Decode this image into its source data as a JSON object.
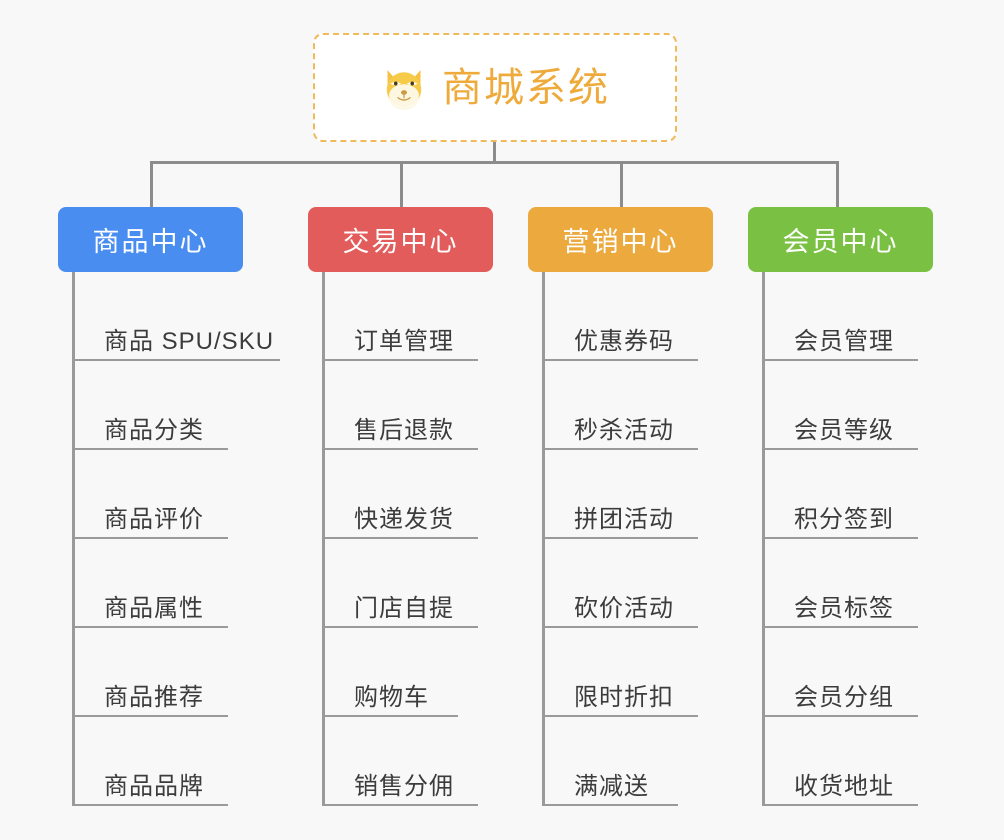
{
  "background_color": "#f8f8f8",
  "root": {
    "icon": "shiba-dog-face-icon",
    "title": "商城系统",
    "text_color": "#eeab3c",
    "border_color": "#f0b95a"
  },
  "line_color": "#8c8c8c",
  "columns": [
    {
      "id": "product-center",
      "header": "商品中心",
      "color": "#4a8df0",
      "items": [
        "商品 SPU/SKU",
        "商品分类",
        "商品评价",
        "商品属性",
        "商品推荐",
        "商品品牌"
      ]
    },
    {
      "id": "trade-center",
      "header": "交易中心",
      "color": "#e25c5c",
      "items": [
        "订单管理",
        "售后退款",
        "快递发货",
        "门店自提",
        "购物车",
        "销售分佣"
      ]
    },
    {
      "id": "marketing-center",
      "header": "营销中心",
      "color": "#eba93e",
      "items": [
        "优惠券码",
        "秒杀活动",
        "拼团活动",
        "砍价活动",
        "限时折扣",
        "满减送"
      ]
    },
    {
      "id": "member-center",
      "header": "会员中心",
      "color": "#7ac143",
      "items": [
        "会员管理",
        "会员等级",
        "积分签到",
        "会员标签",
        "会员分组",
        "收货地址"
      ]
    }
  ]
}
